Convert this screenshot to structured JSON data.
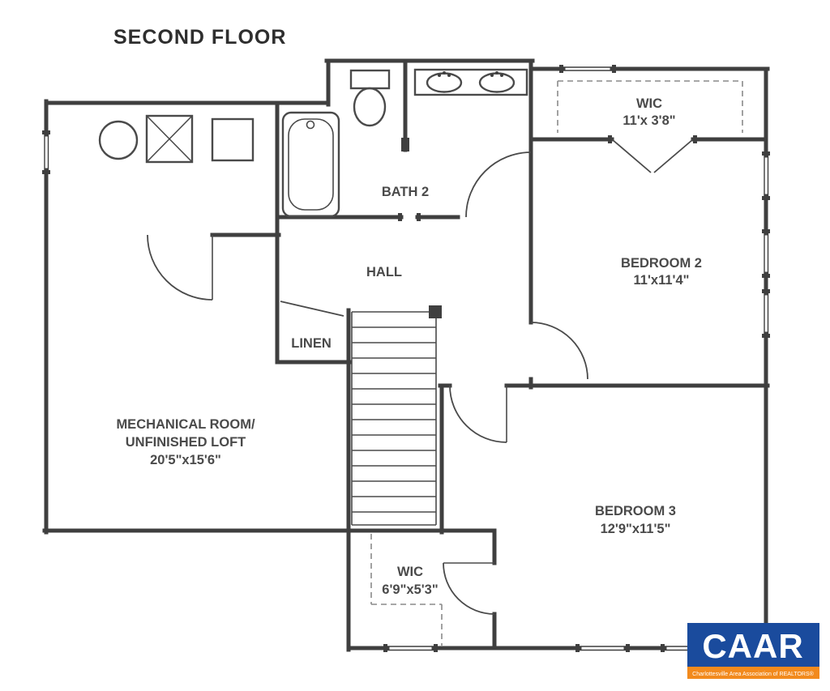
{
  "title": "SECOND FLOOR",
  "rooms": {
    "bath2": {
      "name": "BATH 2"
    },
    "hall": {
      "name": "HALL"
    },
    "linen": {
      "name": "LINEN"
    },
    "wic_top": {
      "name": "WIC",
      "dims": "11'x 3'8\""
    },
    "bedroom2": {
      "name": "BEDROOM 2",
      "dims": "11'x11'4\""
    },
    "mechanical": {
      "name_line1": "MECHANICAL ROOM/",
      "name_line2": "UNFINISHED LOFT",
      "dims": "20'5\"x15'6\""
    },
    "bedroom3": {
      "name": "BEDROOM 3",
      "dims": "12'9\"x11'5\""
    },
    "wic_bottom": {
      "name": "WIC",
      "dims": "6'9\"x5'3\""
    }
  },
  "logo": {
    "name": "CAAR",
    "tagline": "Charlottesville Area Association of REALTORS®"
  },
  "colors": {
    "wall": "#3f3f3f",
    "label": "#4a4a4a",
    "logo_blue": "#1a4b9d",
    "logo_orange": "#f28a1d"
  }
}
